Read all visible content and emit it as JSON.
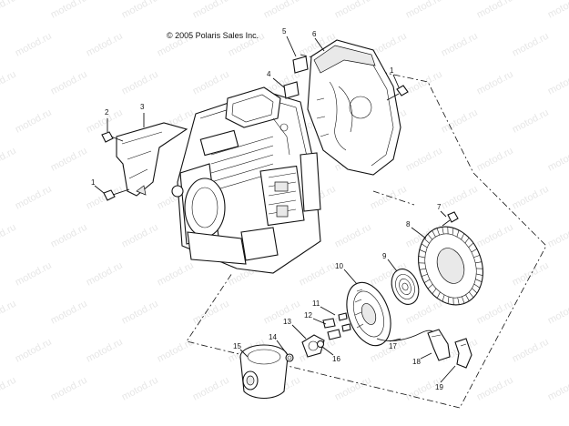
{
  "header": {
    "copyright": "© 2005 Polaris Sales Inc."
  },
  "watermark": {
    "text": "motod.ru"
  },
  "callouts": {
    "c1a": "1",
    "c1b": "1",
    "c2": "2",
    "c3": "3",
    "c4": "4",
    "c5": "5",
    "c6": "6",
    "c7": "7",
    "c8": "8",
    "c9": "9",
    "c10": "10",
    "c11": "11",
    "c12": "12",
    "c13": "13",
    "c14": "14",
    "c15": "15",
    "c16": "16",
    "c17": "17",
    "c18": "18",
    "c19": "19"
  }
}
